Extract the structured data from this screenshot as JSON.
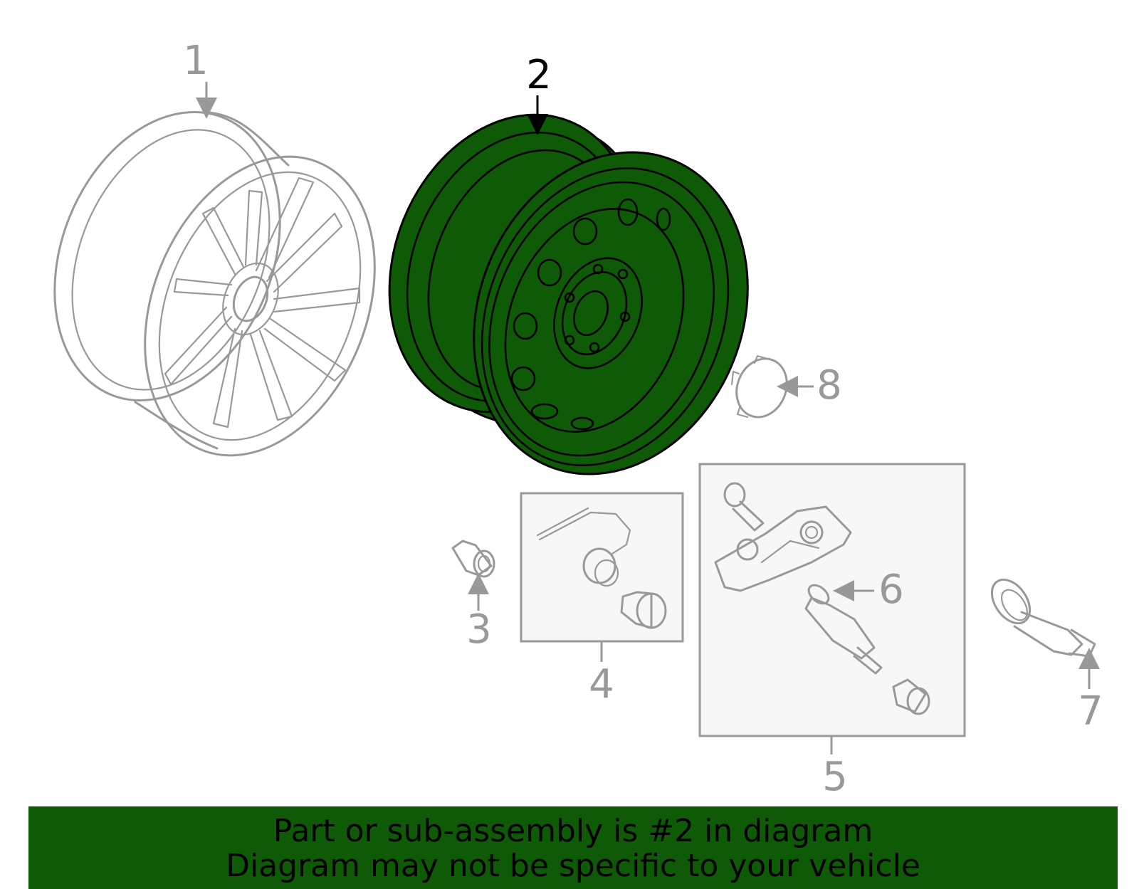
{
  "callouts": [
    "1",
    "2",
    "3",
    "4",
    "5",
    "6",
    "7",
    "8"
  ],
  "highlight_part": "2",
  "colors": {
    "highlight": "#0f5a07",
    "muted": "#999999",
    "box_fill": "#f7f7f7"
  },
  "banner": {
    "line1": "Part or sub-assembly is #2 in diagram",
    "line2": "Diagram may not be specific to your vehicle"
  }
}
